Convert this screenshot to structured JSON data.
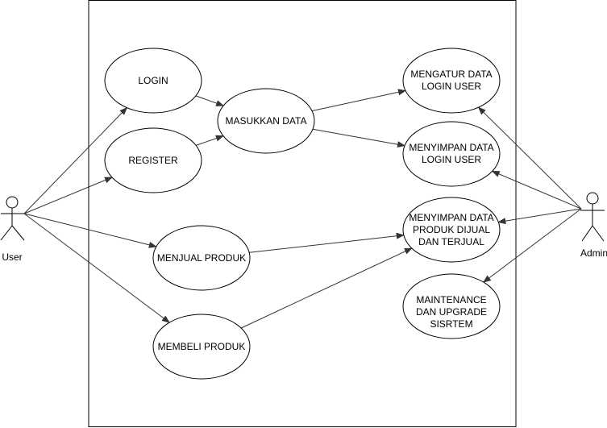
{
  "actors": [
    {
      "id": "user",
      "label": "User"
    },
    {
      "id": "admin",
      "label": "Admin"
    }
  ],
  "use_cases": [
    {
      "id": "login",
      "lines": [
        "LOGIN"
      ]
    },
    {
      "id": "register",
      "lines": [
        "REGISTER"
      ]
    },
    {
      "id": "masukkan",
      "lines": [
        "MASUKKAN DATA"
      ]
    },
    {
      "id": "jual",
      "lines": [
        "MENJUAL PRODUK"
      ]
    },
    {
      "id": "beli",
      "lines": [
        "MEMBELI PRODUK"
      ]
    },
    {
      "id": "atur",
      "lines": [
        "MENGATUR DATA",
        "LOGIN USER"
      ]
    },
    {
      "id": "simpan_login",
      "lines": [
        "MENYIMPAN DATA",
        "LOGIN USER"
      ]
    },
    {
      "id": "simpan_produk",
      "lines": [
        "MENYIMPAN DATA",
        "PRODUK DIJUAL",
        "DAN TERJUAL"
      ]
    },
    {
      "id": "maint",
      "lines": [
        "MAINTENANCE",
        "DAN UPGRADE",
        "SISRTEM"
      ]
    }
  ],
  "associations": [
    {
      "from": "user",
      "to": "login"
    },
    {
      "from": "user",
      "to": "register"
    },
    {
      "from": "user",
      "to": "jual"
    },
    {
      "from": "user",
      "to": "beli"
    },
    {
      "from": "login",
      "to": "masukkan"
    },
    {
      "from": "register",
      "to": "masukkan"
    },
    {
      "from": "masukkan",
      "to": "atur"
    },
    {
      "from": "masukkan",
      "to": "simpan_login"
    },
    {
      "from": "jual",
      "to": "simpan_produk"
    },
    {
      "from": "beli",
      "to": "simpan_produk"
    },
    {
      "from": "admin",
      "to": "atur"
    },
    {
      "from": "admin",
      "to": "simpan_login"
    },
    {
      "from": "admin",
      "to": "simpan_produk"
    },
    {
      "from": "admin",
      "to": "maint"
    }
  ]
}
